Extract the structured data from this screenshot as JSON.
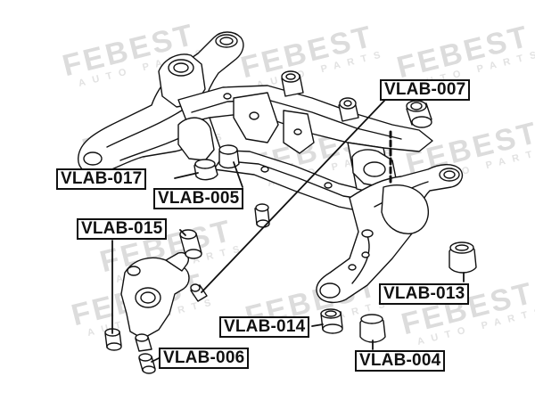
{
  "watermark": {
    "brand": "FEBEST",
    "sub": "AUTO PARTS"
  },
  "labels": {
    "vlab_007": "VLAB-007",
    "vlab_017": "VLAB-017",
    "vlab_005": "VLAB-005",
    "vlab_015": "VLAB-015",
    "vlab_013": "VLAB-013",
    "vlab_014": "VLAB-014",
    "vlab_006": "VLAB-006",
    "vlab_004": "VLAB-004"
  },
  "colors": {
    "line": "#111111",
    "part_fill": "#ffffff",
    "watermark": "#dcdcdc"
  }
}
